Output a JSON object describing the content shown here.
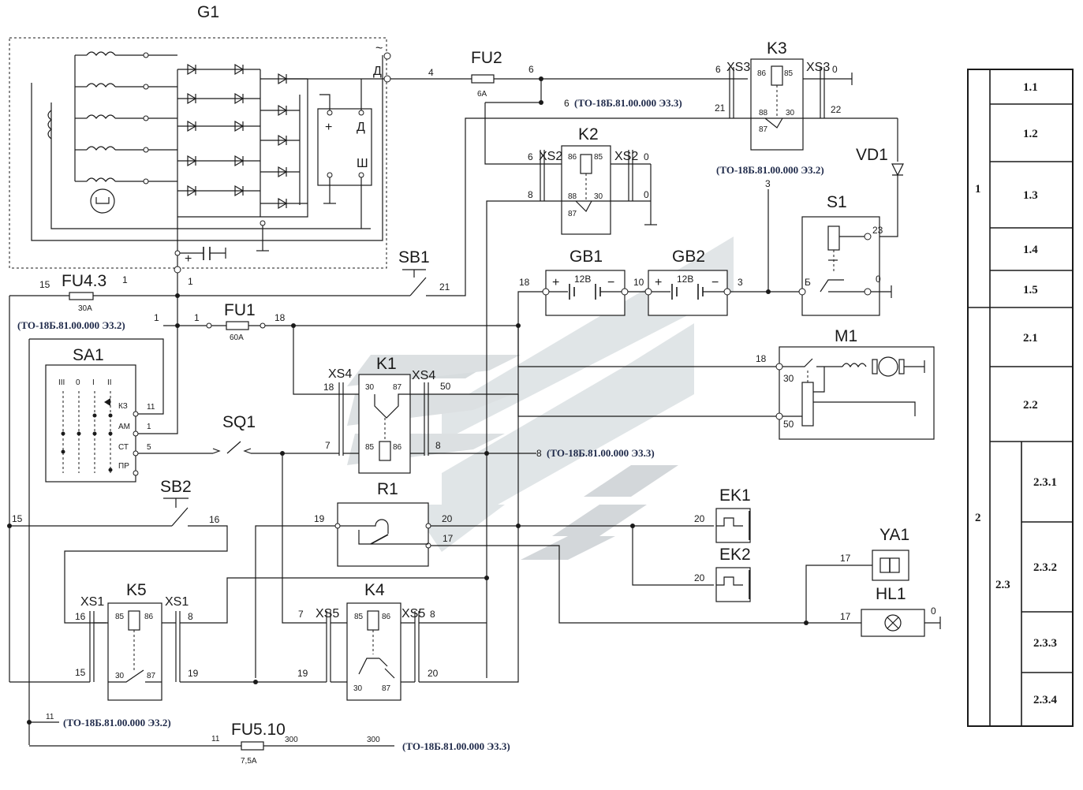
{
  "components": {
    "g1": "G1",
    "fu2": "FU2",
    "fu2_rating": "6A",
    "k3": "K3",
    "k2": "K2",
    "vd1": "VD1",
    "sb1": "SB1",
    "fu43": "FU4.3",
    "fu43_rating": "30A",
    "fu1": "FU1",
    "fu1_rating": "60A",
    "gb1": "GB1",
    "gb2": "GB2",
    "gb_voltage": "12B",
    "s1": "S1",
    "sa1": "SA1",
    "k1": "K1",
    "m1": "M1",
    "sq1": "SQ1",
    "sb2": "SB2",
    "r1": "R1",
    "ek1": "EK1",
    "ek2": "EK2",
    "k5": "K5",
    "k4": "K4",
    "ya1": "YA1",
    "hl1": "HL1",
    "fu510": "FU5.10",
    "fu510_rating": "7,5A"
  },
  "connectors": {
    "xs1": "XS1",
    "xs2": "XS2",
    "xs3": "XS3",
    "xs4": "XS4",
    "xs5": "XS5"
  },
  "sa1_positions": [
    "III",
    "0",
    "I",
    "II"
  ],
  "sa1_terminals": [
    "КЗ",
    "АМ",
    "СТ",
    "ПР"
  ],
  "generator_marks": {
    "ac": "~",
    "d": "Д",
    "plus": "+",
    "sh": "Ш"
  },
  "s1_terminal": "Б",
  "references": {
    "ref_e33_top": "(ТО-18Б.81.00.000 Э3.3)",
    "ref_e32_k3": "(ТО-18Б.81.00.000 Э3.2)",
    "ref_e32_left": "(ТО-18Б.81.00.000 Э3.2)",
    "ref_e33_mid": "(ТО-18Б.81.00.000 Э3.3)",
    "ref_e32_bottom": "(ТО-18Б.81.00.000 Э3.2)",
    "ref_e33_bottom": "(ТО-18Б.81.00.000 Э3.3)"
  },
  "wire_numbers": {
    "w4": "4",
    "w6a": "6",
    "w6b": "6",
    "w6c": "6",
    "w0a": "0",
    "w0b": "0",
    "w0c": "0",
    "w21a": "21",
    "w22": "22",
    "w8a": "8",
    "w3a": "3",
    "w3b": "3",
    "w23": "23",
    "w0d": "0",
    "w15a": "15",
    "w1a": "1",
    "w1b": "1",
    "w21b": "21",
    "w1c": "1",
    "w1d": "1",
    "w18a": "18",
    "w18b": "18",
    "w10": "10",
    "w0e": "0",
    "w11a": "11",
    "w1e": "1",
    "w5": "5",
    "w18c": "18",
    "w30": "30",
    "w50a": "50",
    "w7a": "7",
    "w8b": "8",
    "w50b": "50",
    "w8c": "8",
    "w15b": "15",
    "w16a": "16",
    "w19a": "19",
    "w20a": "20",
    "w17a": "17",
    "w20b": "20",
    "w20c": "20",
    "w17b": "17",
    "w17c": "17",
    "w0f": "0",
    "w16b": "16",
    "w8d": "8",
    "w7b": "7",
    "w8e": "8",
    "w15c": "15",
    "w19b": "19",
    "w19c": "19",
    "w20d": "20",
    "w11b": "11",
    "w11c": "11",
    "w300a": "300",
    "w300b": "300"
  },
  "relay_pins": {
    "p85": "85",
    "p86": "86",
    "p87": "87",
    "p88": "88",
    "p30": "30"
  },
  "legend_table": {
    "groups": [
      "1",
      "2"
    ],
    "subgroup": "2.3",
    "rows": [
      "1.1",
      "1.2",
      "1.3",
      "1.4",
      "1.5",
      "2.1",
      "2.2",
      "2.3.1",
      "2.3.2",
      "2.3.3",
      "2.3.4"
    ]
  }
}
